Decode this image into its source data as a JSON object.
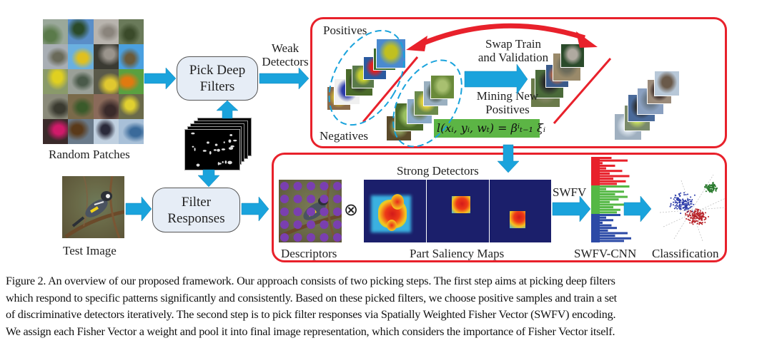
{
  "figure": {
    "caption_lines": [
      "Figure 2. An overview of our proposed framework. Our approach consists of two picking steps. The first step aims at picking deep filters",
      "which respond to specific patterns significantly and consistently. Based on these picked filters, we choose positive samples and train a set",
      "of discriminative detectors iteratively. The second step is to pick filter responses via Spatially Weighted Fisher Vector (SWFV) encoding.",
      "We assign each Fisher Vector a weight and pool it into final image representation, which considers the importance of Fisher Vector itself."
    ]
  },
  "labels": {
    "random_patches": "Random Patches",
    "test_image": "Test Image",
    "pick_deep_filters_line1": "Pick Deep",
    "pick_deep_filters_line2": "Filters",
    "filter_responses_line1": "Filter",
    "filter_responses_line2": "Responses",
    "weak_detectors_line1": "Weak",
    "weak_detectors_line2": "Detectors",
    "positives": "Positives",
    "negatives": "Negatives",
    "swap_line1": "Swap Train",
    "swap_line2": "and Validation",
    "mining_line1": "Mining New",
    "mining_line2": "Positives",
    "equation": "l(xᵢ, yᵢ, wₜ) = βⁱₜ₋₁ ξᵢ",
    "strong_detectors": "Strong Detectors",
    "descriptors": "Descriptors",
    "otimes": "⊗",
    "part_saliency_maps": "Part Saliency Maps",
    "swfv": "SWFV",
    "swfv_cnn": "SWFV-CNN",
    "classification": "Classification"
  },
  "colors": {
    "arrow_blue": "#1aa3dc",
    "frame_red": "#e8212b",
    "process_fill": "#e6edf6",
    "equation_green": "#5cb545",
    "descriptor_dot": "#7a3fb0",
    "saliency_bg": "#1b1f6b",
    "hist_red": "#e8212b",
    "hist_green": "#55b845",
    "hist_blue": "#2c4aa6",
    "cluster_blue": "#2a3aa8",
    "cluster_red": "#b8242a",
    "cluster_green": "#2a7a2e"
  },
  "histogram": {
    "red": [
      0.45,
      0.9,
      0.2,
      0.55,
      0.3,
      0.75,
      0.4,
      0.95,
      0.5,
      0.85,
      0.6
    ],
    "green": [
      0.95,
      0.3,
      0.8,
      0.55,
      0.9,
      0.65,
      0.4,
      0.85,
      0.5,
      0.7,
      0.6
    ],
    "blue": [
      0.7,
      0.3,
      0.5,
      0.2,
      0.45,
      0.6,
      0.35,
      0.9,
      0.55,
      1.0,
      0.8
    ]
  }
}
